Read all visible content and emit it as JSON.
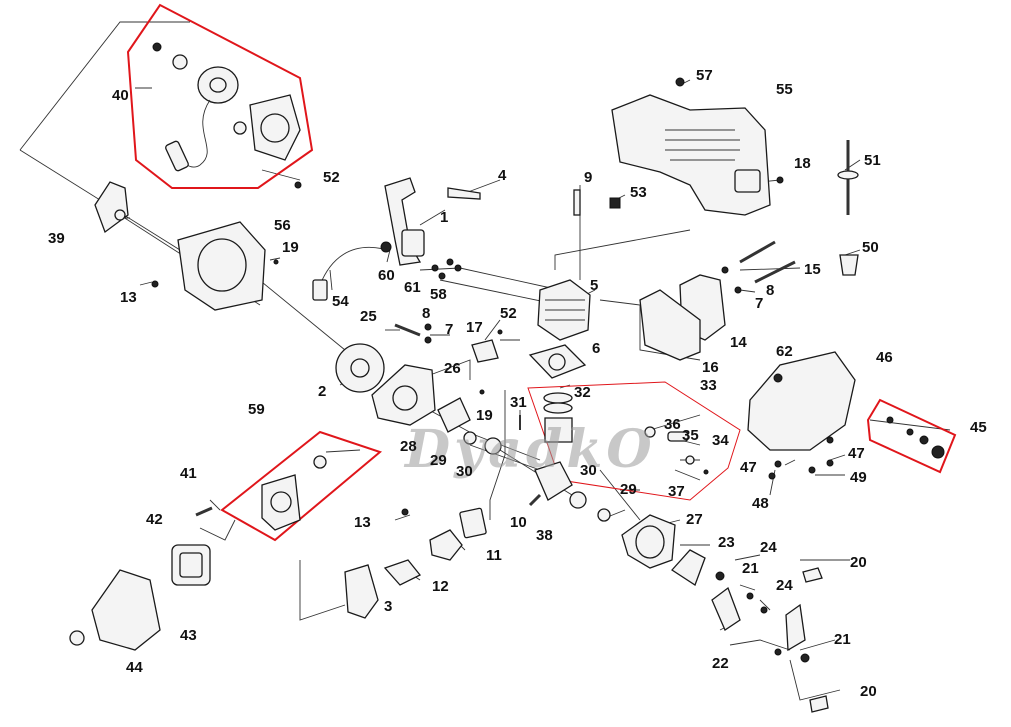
{
  "watermark": "DyadkO",
  "callouts": [
    {
      "id": "40",
      "label": "40"
    },
    {
      "id": "52a",
      "label": "52"
    },
    {
      "id": "39",
      "label": "39"
    },
    {
      "id": "56",
      "label": "56"
    },
    {
      "id": "19a",
      "label": "19"
    },
    {
      "id": "13a",
      "label": "13"
    },
    {
      "id": "4",
      "label": "4"
    },
    {
      "id": "1",
      "label": "1"
    },
    {
      "id": "60",
      "label": "60"
    },
    {
      "id": "61",
      "label": "61"
    },
    {
      "id": "58",
      "label": "58"
    },
    {
      "id": "54",
      "label": "54"
    },
    {
      "id": "9",
      "label": "9"
    },
    {
      "id": "53",
      "label": "53"
    },
    {
      "id": "57",
      "label": "57"
    },
    {
      "id": "55",
      "label": "55"
    },
    {
      "id": "18",
      "label": "18"
    },
    {
      "id": "51",
      "label": "51"
    },
    {
      "id": "50",
      "label": "50"
    },
    {
      "id": "15",
      "label": "15"
    },
    {
      "id": "8a",
      "label": "8"
    },
    {
      "id": "7a",
      "label": "7"
    },
    {
      "id": "5",
      "label": "5"
    },
    {
      "id": "14",
      "label": "14"
    },
    {
      "id": "16",
      "label": "16"
    },
    {
      "id": "25",
      "label": "25"
    },
    {
      "id": "8b",
      "label": "8"
    },
    {
      "id": "7b",
      "label": "7"
    },
    {
      "id": "17",
      "label": "17"
    },
    {
      "id": "52b",
      "label": "52"
    },
    {
      "id": "6",
      "label": "6"
    },
    {
      "id": "2",
      "label": "2"
    },
    {
      "id": "26",
      "label": "26"
    },
    {
      "id": "62",
      "label": "62"
    },
    {
      "id": "46",
      "label": "46"
    },
    {
      "id": "33",
      "label": "33"
    },
    {
      "id": "32",
      "label": "32"
    },
    {
      "id": "31",
      "label": "31"
    },
    {
      "id": "19b",
      "label": "19"
    },
    {
      "id": "59",
      "label": "59"
    },
    {
      "id": "28",
      "label": "28"
    },
    {
      "id": "29a",
      "label": "29"
    },
    {
      "id": "30a",
      "label": "30"
    },
    {
      "id": "36",
      "label": "36"
    },
    {
      "id": "35",
      "label": "35"
    },
    {
      "id": "34",
      "label": "34"
    },
    {
      "id": "45",
      "label": "45"
    },
    {
      "id": "47a",
      "label": "47"
    },
    {
      "id": "47b",
      "label": "47"
    },
    {
      "id": "49",
      "label": "49"
    },
    {
      "id": "48",
      "label": "48"
    },
    {
      "id": "41",
      "label": "41"
    },
    {
      "id": "30b",
      "label": "30"
    },
    {
      "id": "37",
      "label": "37"
    },
    {
      "id": "29b",
      "label": "29"
    },
    {
      "id": "42",
      "label": "42"
    },
    {
      "id": "13b",
      "label": "13"
    },
    {
      "id": "10",
      "label": "10"
    },
    {
      "id": "38",
      "label": "38"
    },
    {
      "id": "27",
      "label": "27"
    },
    {
      "id": "11",
      "label": "11"
    },
    {
      "id": "23",
      "label": "23"
    },
    {
      "id": "24a",
      "label": "24"
    },
    {
      "id": "20a",
      "label": "20"
    },
    {
      "id": "21a",
      "label": "21"
    },
    {
      "id": "24b",
      "label": "24"
    },
    {
      "id": "12",
      "label": "12"
    },
    {
      "id": "3",
      "label": "3"
    },
    {
      "id": "43",
      "label": "43"
    },
    {
      "id": "44",
      "label": "44"
    },
    {
      "id": "21b",
      "label": "21"
    },
    {
      "id": "22",
      "label": "22"
    },
    {
      "id": "20b",
      "label": "20"
    }
  ]
}
